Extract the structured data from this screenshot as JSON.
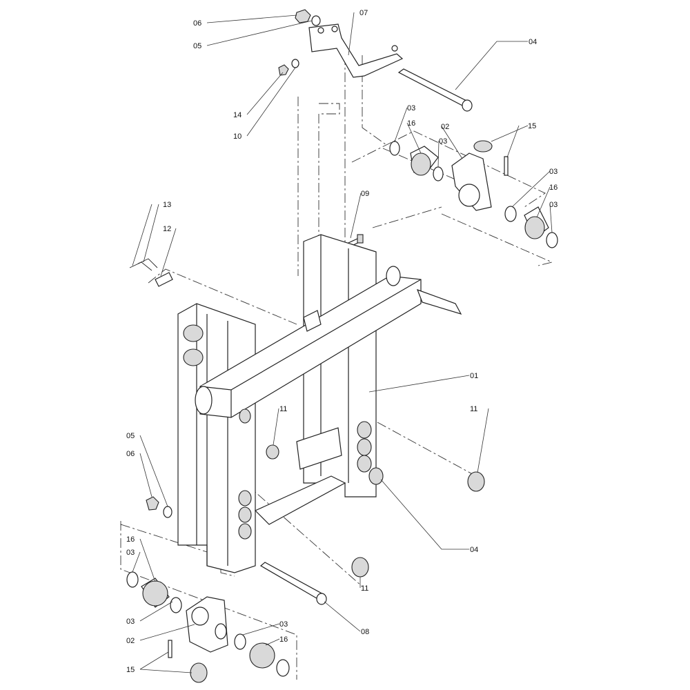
{
  "diagram": {
    "type": "exploded-parts-view",
    "labels": [
      "06",
      "05",
      "07",
      "04",
      "14",
      "10",
      "03",
      "16",
      "02",
      "03",
      "15",
      "03",
      "16",
      "03",
      "09",
      "13",
      "12",
      "01",
      "11",
      "11",
      "05",
      "06",
      "04",
      "11",
      "16",
      "03",
      "03",
      "02",
      "03",
      "16",
      "15",
      "08"
    ]
  }
}
